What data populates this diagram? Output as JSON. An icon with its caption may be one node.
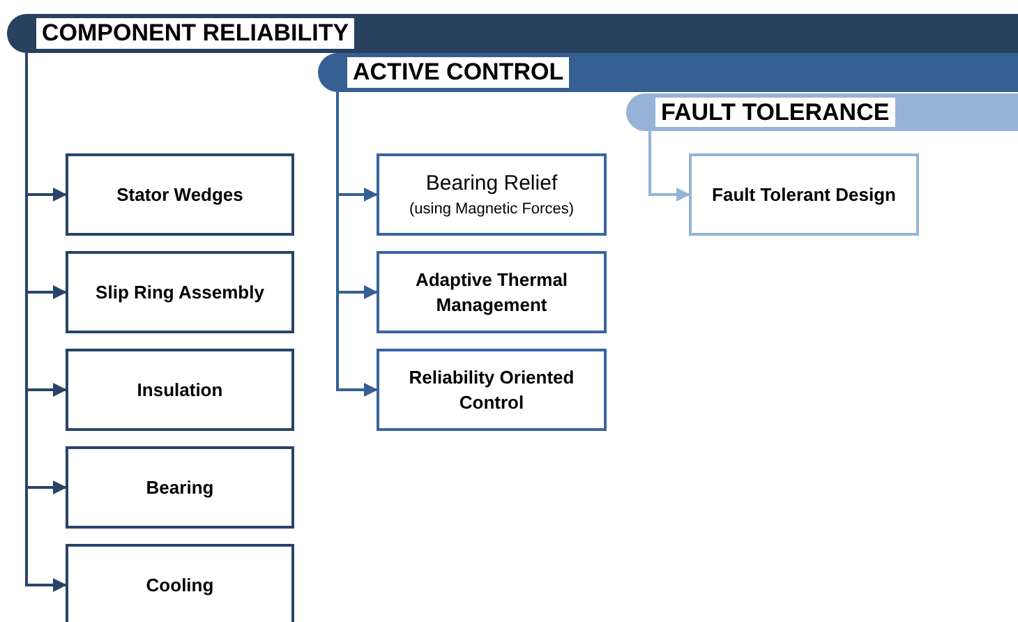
{
  "diagram": {
    "nodes": [
      {
        "text": [
          "COMPONENT RELIABILITY"
        ]
      },
      {
        "text": [
          "Stator Wedges"
        ]
      },
      {
        "text": [
          "Slip Ring Assembly"
        ]
      },
      {
        "text": [
          "Insulation"
        ]
      },
      {
        "text": [
          "Bearing"
        ]
      },
      {
        "text": [
          "Cooling"
        ]
      },
      {
        "text": [
          "ACTIVE CONTROL"
        ]
      },
      {
        "text": [
          "Bearing Relief",
          "(using Magnetic Forces)"
        ]
      },
      {
        "text": [
          "Adaptive Thermal Management"
        ]
      },
      {
        "text": [
          "Reliability Oriented Control"
        ]
      },
      {
        "text": [
          "FAULT TOLERANCE"
        ]
      },
      {
        "text": [
          "Fault Tolerant Design"
        ]
      }
    ],
    "edges": [
      {
        "from": 0,
        "to": 1,
        "arrow": "to"
      },
      {
        "from": 0,
        "to": 2,
        "arrow": "to"
      },
      {
        "from": 0,
        "to": 3,
        "arrow": "to"
      },
      {
        "from": 0,
        "to": 4,
        "arrow": "to"
      },
      {
        "from": 0,
        "to": 5,
        "arrow": "to"
      },
      {
        "from": 6,
        "to": 7,
        "arrow": "to",
        "color": "#365f93"
      },
      {
        "from": 6,
        "to": 8,
        "arrow": "to",
        "color": "#365f93"
      },
      {
        "from": 6,
        "to": 9,
        "arrow": "to",
        "color": "#365f93"
      },
      {
        "from": 10,
        "to": 11,
        "arrow": "to",
        "color": "#95b3d7"
      }
    ]
  }
}
